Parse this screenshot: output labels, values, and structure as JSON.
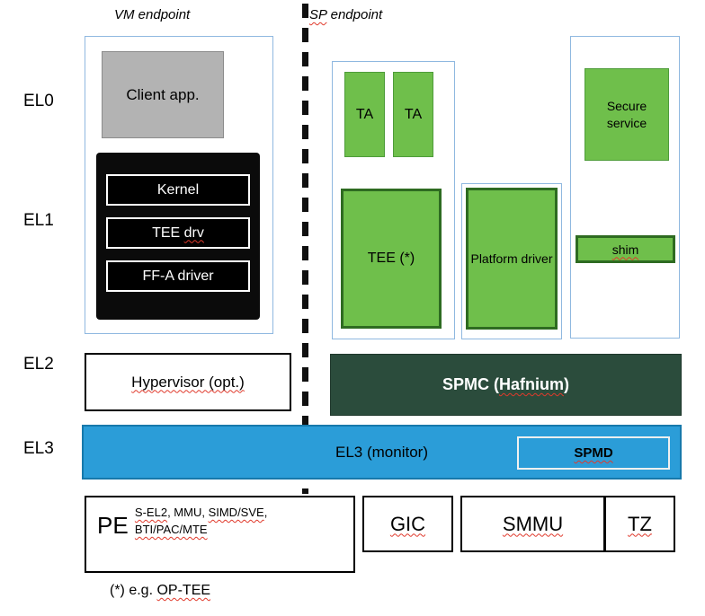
{
  "header": {
    "vm_endpoint": "VM endpoint",
    "sp_endpoint_parts": [
      "SP",
      " endpoint"
    ]
  },
  "el_labels": {
    "el0": "EL0",
    "el1": "EL1",
    "el2": "EL2",
    "el3": "EL3"
  },
  "vm_side": {
    "client_app": "Client app.",
    "kernel": "Kernel",
    "tee_drv_parts": [
      "TEE ",
      "drv"
    ],
    "ffa_driver": "FF-A driver",
    "hypervisor": "Hypervisor (opt.)"
  },
  "sp_side": {
    "ta1": "TA",
    "ta2": "TA",
    "tee": "TEE (*)",
    "platform_driver": "Platform driver",
    "secure_service": "Secure service",
    "shim": "shim",
    "spmc_parts": [
      "SPMC (",
      "Hafnium",
      ")"
    ]
  },
  "el3_bar": {
    "label": "EL3 (monitor)",
    "spmd": "SPMD"
  },
  "hardware": {
    "pe": {
      "title": "PE ",
      "parts": [
        "S-EL2",
        ", MMU, ",
        "SIMD/SVE",
        ",",
        "BTI/PAC/MTE"
      ]
    },
    "gic": "GIC",
    "smmu": "SMMU",
    "tz": "TZ"
  },
  "footnote_parts": [
    "(*) e.g. ",
    "OP-TEE"
  ],
  "colors": {
    "green_fill": "#6fbf4b",
    "green_border_thin": "#4e9c3a",
    "green_border_thick": "#2e6b21",
    "spmc_fill": "#2b4c3c",
    "el3_blue": "#2b9dd8",
    "container_border_blue": "#8fb8e0",
    "client_app_gray": "#b3b3b3",
    "kernel_stack_black": "#0b0b0b",
    "squiggle_red": "#e0392b"
  }
}
